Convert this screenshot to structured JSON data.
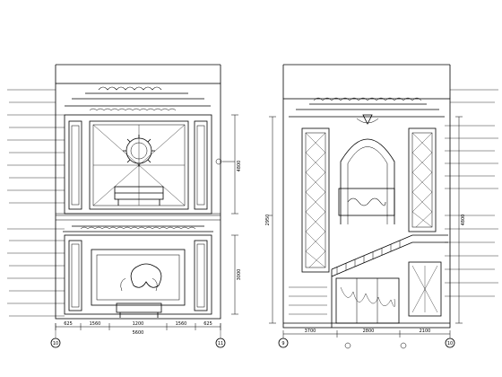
{
  "drawing": {
    "type": "interior elevation drawings (CAD line art)",
    "line_color": "#000000",
    "background": "#ffffff"
  },
  "left_elevation": {
    "axis_markers": [
      "10",
      "11"
    ],
    "bottom_dimensions": [
      "625",
      "1560",
      "1200",
      "1560",
      "625"
    ],
    "total_width": "5600",
    "heights": [
      "4800",
      "3000"
    ]
  },
  "right_elevation": {
    "axis_markers": [
      "9",
      "10"
    ],
    "bottom_dimensions": [
      "3700",
      "2800",
      "2100"
    ],
    "heights": [
      "2950",
      "4800"
    ]
  }
}
